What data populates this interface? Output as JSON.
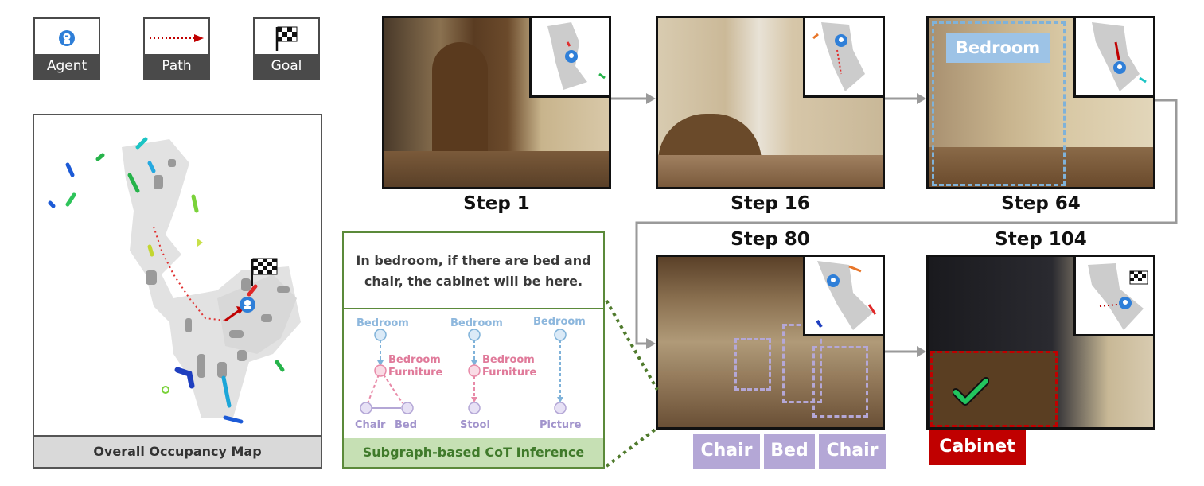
{
  "legend": {
    "agent_label": "Agent",
    "path_label": "Path",
    "goal_label": "Goal"
  },
  "map": {
    "caption": "Overall Occupancy Map"
  },
  "steps": [
    {
      "label": "Step 1"
    },
    {
      "label": "Step 16"
    },
    {
      "label": "Step 64",
      "room_tag": "Bedroom"
    },
    {
      "label": "Step 80"
    },
    {
      "label": "Step 104"
    }
  ],
  "cot": {
    "text_line1": "In bedroom, if there are bed and",
    "text_line2": "chair, the cabinet will be here.",
    "caption": "Subgraph-based CoT Inference",
    "graph1": {
      "top": "Bedroom",
      "mid_line1": "Bedroom",
      "mid_line2": "Furniture",
      "left": "Chair",
      "right": "Bed"
    },
    "graph2": {
      "top": "Bedroom",
      "mid_line1": "Bedroom",
      "mid_line2": "Furniture",
      "bottom": "Stool"
    },
    "graph3": {
      "top": "Bedroom",
      "bottom": "Picture"
    }
  },
  "detections": {
    "tag1": "Chair",
    "tag2": "Bed",
    "tag3": "Chair",
    "goal_tag": "Cabinet"
  },
  "colors": {
    "frame": "#111111",
    "arrow": "#9a9a9a",
    "cot_green": "#5b8a3a",
    "purple_tag": "#b4a7d6",
    "red_tag": "#c00000",
    "bedroom_tag": "#9dc3e6"
  },
  "icons": [
    "agent-icon",
    "path-arrow-icon",
    "goal-flag-icon",
    "checkmark-icon"
  ]
}
